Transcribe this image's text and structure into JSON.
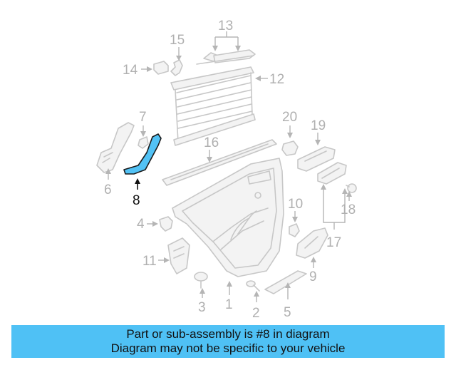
{
  "callouts": {
    "c1": "1",
    "c2": "2",
    "c3": "3",
    "c4": "4",
    "c5": "5",
    "c6": "6",
    "c7": "7",
    "c8": "8",
    "c9": "9",
    "c10": "10",
    "c11": "11",
    "c12": "12",
    "c13": "13",
    "c14": "14",
    "c15": "15",
    "c16": "16",
    "c17": "17",
    "c18": "18",
    "c19": "19",
    "c20": "20"
  },
  "highlighted_part": "8",
  "colors": {
    "highlight": "#52c2f5",
    "banner": "#4fc1f5"
  },
  "banner": {
    "line1": "Part or sub-assembly is #8 in diagram",
    "line2": "Diagram may not be specific to your vehicle"
  }
}
